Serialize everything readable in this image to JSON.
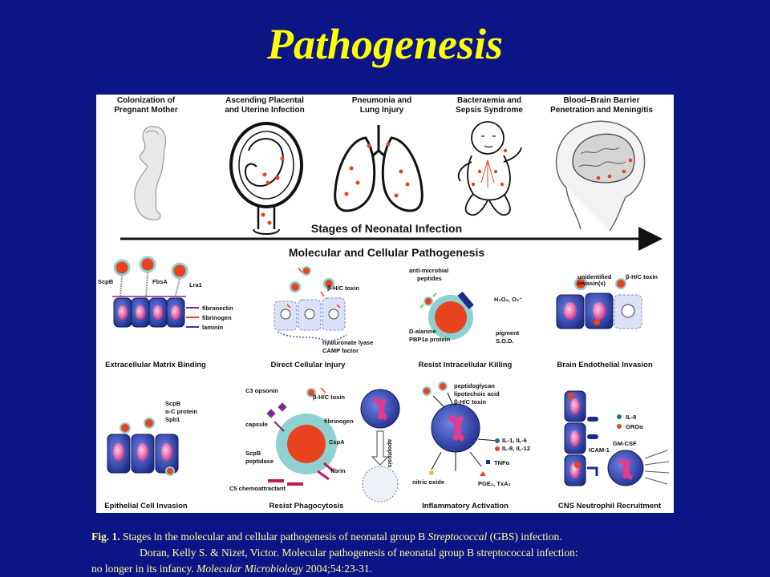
{
  "slide": {
    "title": "Pathogenesis"
  },
  "stages": [
    {
      "line1": "Colonization of",
      "line2": "Pregnant Mother"
    },
    {
      "line1": "Ascending Placental",
      "line2": "and Uterine Infection"
    },
    {
      "line1": "Pneumonia and",
      "line2": "Lung Injury"
    },
    {
      "line1": "Bacteraemia and",
      "line2": "Sepsis Syndrome"
    },
    {
      "line1": "Blood–Brain Barrier",
      "line2": "Penetration and Meningitis"
    }
  ],
  "arrow_label": "Stages of Neonatal Infection",
  "section_header": "Molecular and Cellular Pathogenesis",
  "panels": {
    "ecm": {
      "caption": "Extracellular Matrix Binding",
      "labels": [
        "ScpB",
        "FbsA",
        "Lra1"
      ],
      "legend": [
        "fibronectin",
        "fibrinogen",
        "laminin"
      ]
    },
    "direct": {
      "caption": "Direct Cellular Injury",
      "toxin": "β-H/C toxin",
      "lyase1": "hyaluronate lyase",
      "lyase2": "CAMP factor"
    },
    "intracellular": {
      "caption": "Resist Intracellular Killing",
      "amp1": "anti-microbial",
      "amp2": "peptides",
      "h2o2": "H₂O₂, O₂⁻",
      "dala1": "D-alanine",
      "dala2": "PBP1a protein",
      "pig1": "pigment",
      "pig2": "S.O.D."
    },
    "brain": {
      "caption": "Brain Endothelial Invasion",
      "inv1": "unidentified",
      "inv2": "invasin(s)",
      "toxin": "β-H/C toxin"
    },
    "epithelial": {
      "caption": "Epithelial Cell Invasion",
      "l1": "ScpB",
      "l2": "α-C protein",
      "l3": "Spb1"
    },
    "phago": {
      "caption": "Resist Phagocytosis",
      "c3": "C3 opsonin",
      "toxin": "β-H/C toxin",
      "capsule": "capsule",
      "fibrinogen": "fibrinogen",
      "cspa": "CspA",
      "scpb1": "ScpB",
      "scpb2": "peptidase",
      "fibrin": "fibrin",
      "c5": "C5 chemoattractant",
      "apoptosis": "apoptosis"
    },
    "inflam": {
      "caption": "Inflammatory Activation",
      "pg1": "peptidoglycan",
      "pg2": "lipotechoic acid",
      "pg3": "β-H/C toxin",
      "il1": "IL-1, IL-6",
      "il2": "IL-8, IL-12",
      "tnf": "TNFα",
      "no": "nitric oxide",
      "pge": "PGE₂, TxA₂"
    },
    "cns": {
      "caption": "CNS Neutrophil Recruitment",
      "il8": "IL-8",
      "gro": "GROα",
      "icam": "ICAM-1",
      "gmcsf": "GM-CSF"
    }
  },
  "caption": {
    "fig_label": "Fig. 1.",
    "line1_a": " Stages in the molecular and cellular pathogenesis of neonatal group B ",
    "line1_i": "Streptococcal",
    "line1_b": " (GBS) infection.",
    "line2": "Doran, Kelly S. & Nizet, Victor. Molecular pathogenesis of neonatal group B streptococcal infection:",
    "line3_a": "no longer in its infancy. ",
    "line3_i": "Molecular Microbiology",
    "line3_b": "  2004;54:23-31."
  },
  "colors": {
    "background": "#0b1586",
    "title": "#ffff00",
    "caption": "#ffff9a",
    "bacteria": "#e8431e",
    "cell": "#2b3fa8",
    "nucleus": "#e23a8c"
  }
}
